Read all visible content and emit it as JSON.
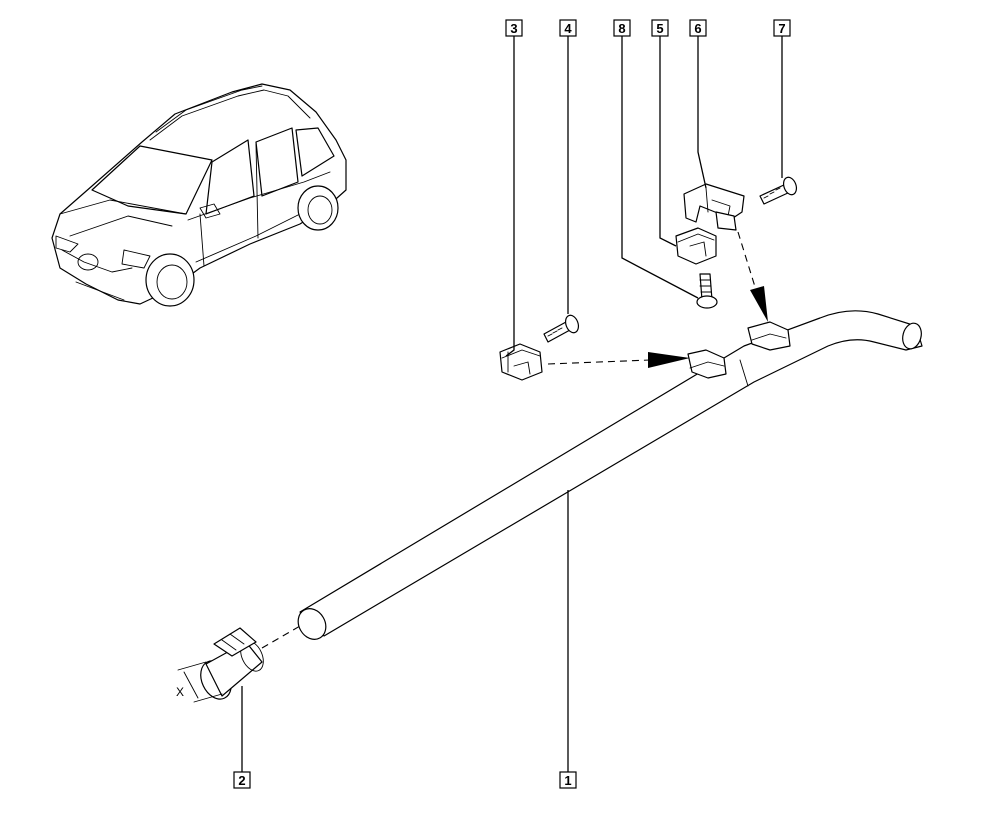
{
  "callouts": [
    {
      "id": "1",
      "label": "1"
    },
    {
      "id": "2",
      "label": "2"
    },
    {
      "id": "3",
      "label": "3"
    },
    {
      "id": "4",
      "label": "4"
    },
    {
      "id": "5",
      "label": "5"
    },
    {
      "id": "6",
      "label": "6"
    },
    {
      "id": "7",
      "label": "7"
    },
    {
      "id": "8",
      "label": "8"
    }
  ],
  "dimension": {
    "label": "X"
  },
  "colors": {
    "line": "#000000",
    "background": "#ffffff"
  }
}
